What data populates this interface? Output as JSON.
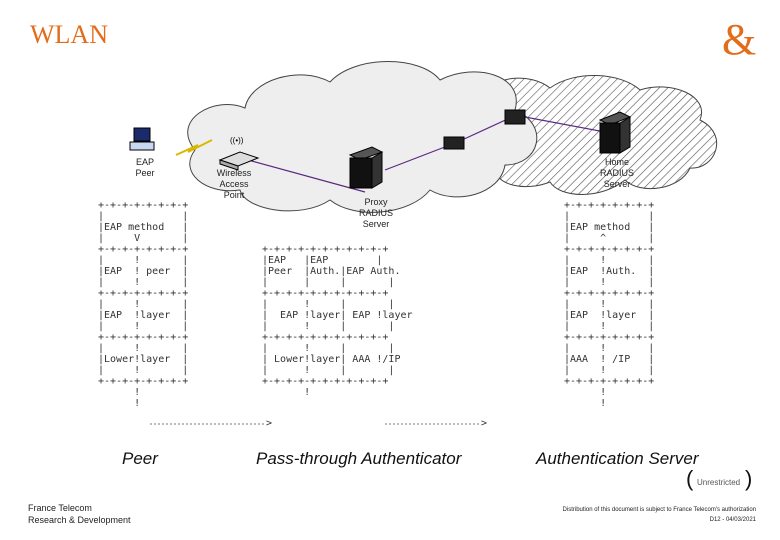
{
  "header": {
    "title": "WLAN",
    "logo": "&"
  },
  "labels": {
    "eap_peer": "EAP\nPeer",
    "wap": "Wireless\nAccess\nPoint",
    "proxy": "Proxy\nRADIUS\nServer",
    "home": "Home\nRADIUS\nServer"
  },
  "columns": {
    "peer": "Peer",
    "pass": "Pass-through Authenticator",
    "auth": "Authentication Server"
  },
  "stacks": {
    "peer": "+-+-+-+-+-+-+-+\n|             |\n|EAP method   |\n|     V       |\n+-+-+-+-+-+-+-+\n|     !       |\n|EAP  ! peer  |\n|     !       |\n+-+-+-+-+-+-+-+\n|     !       |\n|EAP  !layer  |\n|     !       |\n+-+-+-+-+-+-+-+\n|     !       |\n|Lower!layer  |\n|     !       |\n+-+-+-+-+-+-+-+\n      !\n      !",
    "pass": "+-+-+-+-+-+-+-+-+-+-+\n|EAP   |EAP        |\n|Peer  |Auth.|EAP Auth.\n|      |     |       |\n+-+-+-+-+-+-+-+-+-+-+\n|      !     |       |\n|  EAP !layer| EAP !layer\n|      !     |       |\n+-+-+-+-+-+-+-+-+-+-+\n|      !     |       |\n| Lower!layer| AAA !/IP\n|      !     |       |\n+-+-+-+-+-+-+-+-+-+-+\n       !",
    "auth": "+-+-+-+-+-+-+-+\n|             |\n|EAP method   |\n|     ^       |\n+-+-+-+-+-+-+-+\n|     !       |\n|EAP  !Auth.  |\n|     !       |\n+-+-+-+-+-+-+-+\n|     !       |\n|EAP  !layer  |\n|     !       |\n+-+-+-+-+-+-+-+\n|     !       |\n|AAA  ! /IP   |\n|     !       |\n+-+-+-+-+-+-+-+\n      !\n      !"
  },
  "arrows": {
    "a1": ">",
    "a2": ">"
  },
  "footer": {
    "left": "France Telecom\nResearch & Development",
    "right1": "Distribution of this document is subject to France Telecom's authorization",
    "right2": "D12 - 04/03/2021",
    "badge": "Unrestricted"
  },
  "colors": {
    "brand": "#e36c1a",
    "link": "#5a2a82"
  },
  "icons": [
    "pc-icon",
    "lightning-icon",
    "access-point-icon",
    "server-icon",
    "router-icon"
  ]
}
